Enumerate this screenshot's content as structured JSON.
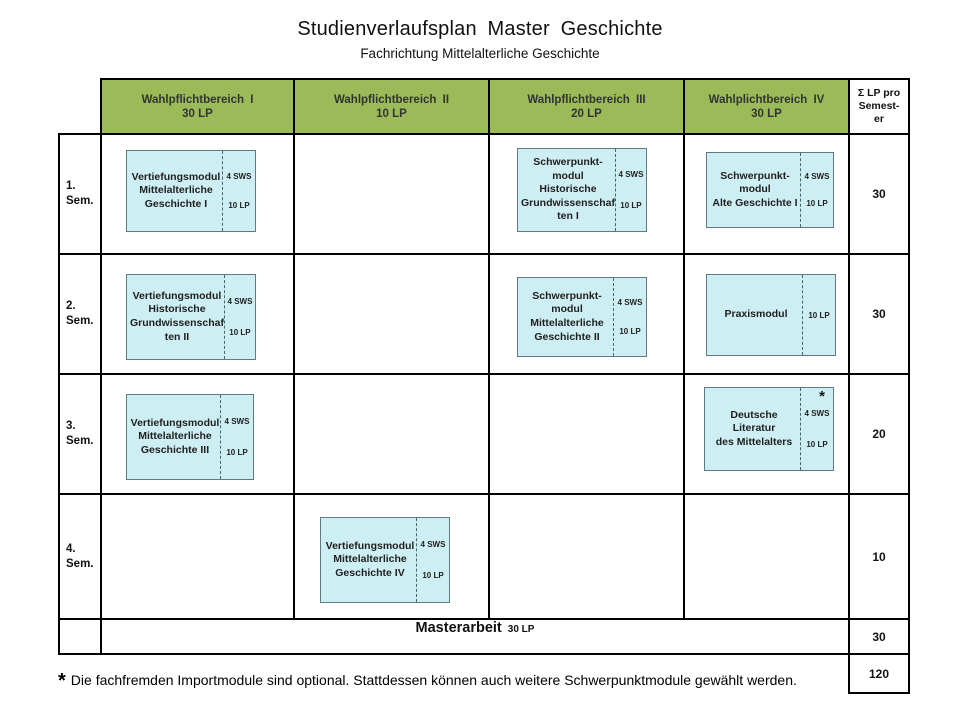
{
  "title": "Studienverlaufsplan Master Geschichte",
  "subtitle": "Fachrichtung Mittelalterliche Geschichte",
  "colors": {
    "header_green": "#9bbb59",
    "module_fill": "#cdeef2",
    "module_border": "#5f7a80",
    "grid_border": "#000000"
  },
  "headers": [
    {
      "name": "Wahlpflichtbereich I",
      "lp": "30 LP"
    },
    {
      "name": "Wahlpflichtbereich II",
      "lp": "10 LP"
    },
    {
      "name": "Wahlpflichtbereich III",
      "lp": "20 LP"
    },
    {
      "name": "Wahlplichtbereich IV",
      "lp": "30 LP"
    }
  ],
  "sum_header": [
    "Σ LP pro",
    "Semest-",
    "er"
  ],
  "rows": [
    {
      "label": [
        "1.",
        "Sem."
      ],
      "sum": "30"
    },
    {
      "label": [
        "2.",
        "Sem."
      ],
      "sum": "30"
    },
    {
      "label": [
        "3.",
        "Sem."
      ],
      "sum": "20"
    },
    {
      "label": [
        "4.",
        "Sem."
      ],
      "sum": "10"
    }
  ],
  "modules": {
    "r1c1": {
      "title": [
        "Vertiefungsmodul",
        "Mittelalterliche",
        "Geschichte I"
      ],
      "sws": "4 SWS",
      "lp": "10 LP"
    },
    "r1c3": {
      "title": [
        "Schwerpunkt-",
        "modul",
        "Historische",
        "Grundwissenschaf",
        "ten I"
      ],
      "sws": "4 SWS",
      "lp": "10 LP"
    },
    "r1c4": {
      "title": [
        "Schwerpunkt-",
        "modul",
        "Alte Geschichte I"
      ],
      "sws": "4 SWS",
      "lp": "10 LP"
    },
    "r2c1": {
      "title": [
        "Vertiefungsmodul",
        "Historische",
        "Grundwissenschaf",
        "ten II"
      ],
      "sws": "4 SWS",
      "lp": "10 LP"
    },
    "r2c3": {
      "title": [
        "Schwerpunkt-",
        "modul",
        "Mittelalterliche",
        "Geschichte II"
      ],
      "sws": "4 SWS",
      "lp": "10 LP"
    },
    "r2c4": {
      "title": [
        "Praxismodul"
      ],
      "lp": "10 LP"
    },
    "r3c1": {
      "title": [
        "Vertiefungsmodul",
        "Mittelalterliche",
        "Geschichte III"
      ],
      "sws": "4 SWS",
      "lp": "10 LP"
    },
    "r3c4": {
      "title": [
        "Deutsche Literatur",
        "des Mittelalters"
      ],
      "star": "*",
      "sws": "4 SWS",
      "lp": "10 LP"
    },
    "r4c2": {
      "title": [
        "Vertiefungsmodul",
        "Mittelalterliche",
        "Geschichte IV"
      ],
      "sws": "4 SWS",
      "lp": "10 LP"
    }
  },
  "masterarbeit": {
    "label": "Masterarbeit",
    "lp": "30 LP",
    "sum": "30"
  },
  "total_lp": "120",
  "footnote": {
    "star": "*",
    "text": "Die fachfremden Importmodule sind optional. Stattdessen können auch weitere Schwerpunktmodule gewählt werden."
  }
}
